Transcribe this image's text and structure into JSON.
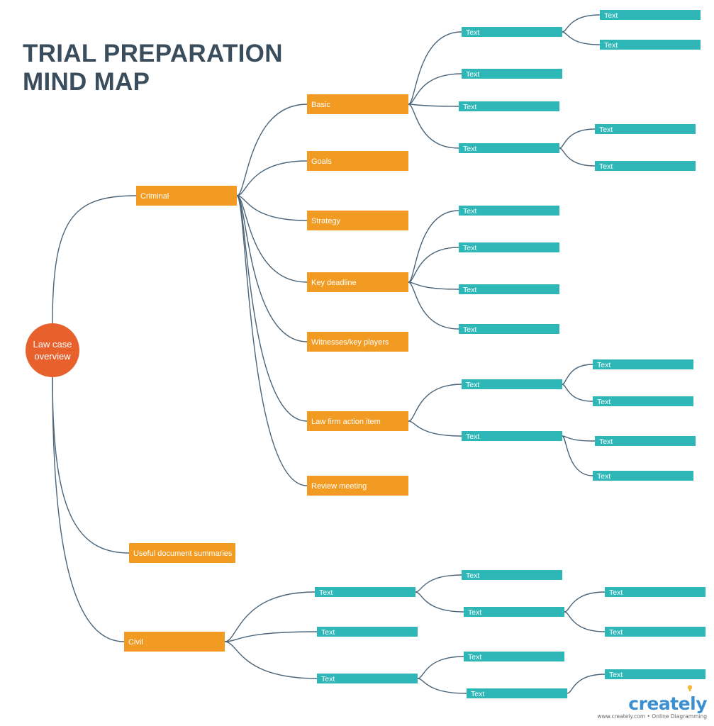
{
  "title_lines": [
    "TRIAL PREPARATION",
    "MIND MAP"
  ],
  "colors": {
    "root": "#e8602c",
    "orange": "#f29b22",
    "teal": "#2fb7b7",
    "line": "#4b6478",
    "title": "#3a4d5c"
  },
  "branding": {
    "word": "creately",
    "tagline": "www.creately.com • Online Diagramming"
  },
  "root": {
    "id": "root",
    "label": "Law case\noverview"
  },
  "nodes": [
    {
      "id": "criminal",
      "label": "Criminal",
      "parent": "root",
      "kind": "orange"
    },
    {
      "id": "useful",
      "label": "Useful document summaries",
      "parent": "root",
      "kind": "orange"
    },
    {
      "id": "civil",
      "label": "Civil",
      "parent": "root",
      "kind": "orange"
    },
    {
      "id": "basic",
      "label": "Basic",
      "parent": "criminal",
      "kind": "orange"
    },
    {
      "id": "goals",
      "label": "Goals",
      "parent": "criminal",
      "kind": "orange"
    },
    {
      "id": "strategy",
      "label": "Strategy",
      "parent": "criminal",
      "kind": "orange"
    },
    {
      "id": "keydeadline",
      "label": "Key deadline",
      "parent": "criminal",
      "kind": "orange"
    },
    {
      "id": "witnesses",
      "label": "Witnesses/key players",
      "parent": "criminal",
      "kind": "orange"
    },
    {
      "id": "lawfirm",
      "label": "Law firm action item",
      "parent": "criminal",
      "kind": "orange"
    },
    {
      "id": "review",
      "label": "Review meeting",
      "parent": "criminal",
      "kind": "orange"
    },
    {
      "id": "b1",
      "label": "Text",
      "parent": "basic",
      "kind": "teal"
    },
    {
      "id": "b2",
      "label": "Text",
      "parent": "basic",
      "kind": "teal"
    },
    {
      "id": "b3",
      "label": "Text",
      "parent": "basic",
      "kind": "teal"
    },
    {
      "id": "b4",
      "label": "Text",
      "parent": "basic",
      "kind": "teal"
    },
    {
      "id": "b1a",
      "label": "Text",
      "parent": "b1",
      "kind": "teal"
    },
    {
      "id": "b1b",
      "label": "Text",
      "parent": "b1",
      "kind": "teal"
    },
    {
      "id": "b4a",
      "label": "Text",
      "parent": "b4",
      "kind": "teal"
    },
    {
      "id": "b4b",
      "label": "Text",
      "parent": "b4",
      "kind": "teal"
    },
    {
      "id": "k1",
      "label": "Text",
      "parent": "keydeadline",
      "kind": "teal"
    },
    {
      "id": "k2",
      "label": "Text",
      "parent": "keydeadline",
      "kind": "teal"
    },
    {
      "id": "k3",
      "label": "Text",
      "parent": "keydeadline",
      "kind": "teal"
    },
    {
      "id": "k4",
      "label": "Text",
      "parent": "keydeadline",
      "kind": "teal"
    },
    {
      "id": "l1",
      "label": "Text",
      "parent": "lawfirm",
      "kind": "teal"
    },
    {
      "id": "l2",
      "label": "Text",
      "parent": "lawfirm",
      "kind": "teal"
    },
    {
      "id": "l1a",
      "label": "Text",
      "parent": "l1",
      "kind": "teal"
    },
    {
      "id": "l1b",
      "label": "Text",
      "parent": "l1",
      "kind": "teal"
    },
    {
      "id": "l2a",
      "label": "Text",
      "parent": "l2",
      "kind": "teal"
    },
    {
      "id": "l2b",
      "label": "Text",
      "parent": "l2",
      "kind": "teal"
    },
    {
      "id": "c1",
      "label": "Text",
      "parent": "civil",
      "kind": "teal"
    },
    {
      "id": "c2",
      "label": "Text",
      "parent": "civil",
      "kind": "teal"
    },
    {
      "id": "c3",
      "label": "Text",
      "parent": "civil",
      "kind": "teal"
    },
    {
      "id": "c1a",
      "label": "Text",
      "parent": "c1",
      "kind": "teal"
    },
    {
      "id": "c1b",
      "label": "Text",
      "parent": "c1",
      "kind": "teal"
    },
    {
      "id": "c1b1",
      "label": "Text",
      "parent": "c1b",
      "kind": "teal"
    },
    {
      "id": "c1b2",
      "label": "Text",
      "parent": "c1b",
      "kind": "teal"
    },
    {
      "id": "c3a",
      "label": "Text",
      "parent": "c3",
      "kind": "teal"
    },
    {
      "id": "c3b",
      "label": "Text",
      "parent": "c3",
      "kind": "teal"
    },
    {
      "id": "c3b1",
      "label": "Text",
      "parent": "c3b",
      "kind": "teal"
    }
  ]
}
